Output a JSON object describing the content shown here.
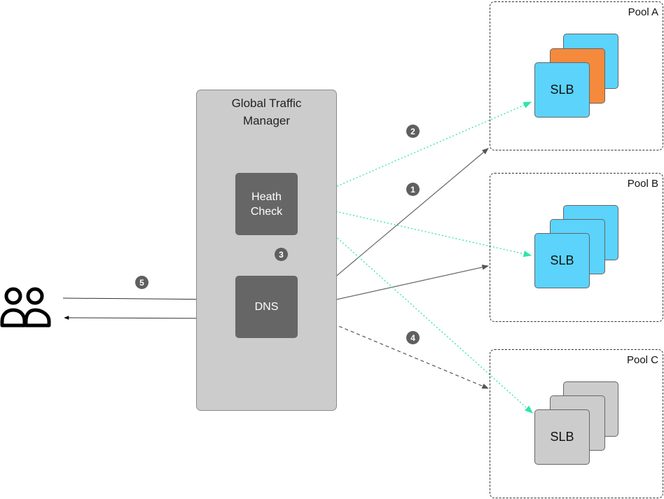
{
  "gtm": {
    "title": "Global Traffic\nManager"
  },
  "nodes": {
    "health_check": "Heath\nCheck",
    "dns": "DNS"
  },
  "pools": [
    {
      "label": "Pool A",
      "slb_label": "SLB",
      "colors": [
        "#5bd3fb",
        "#f58a3c",
        "#5bd3fb"
      ]
    },
    {
      "label": "Pool B",
      "slb_label": "SLB",
      "colors": [
        "#5bd3fb",
        "#5bd3fb",
        "#5bd3fb"
      ]
    },
    {
      "label": "Pool C",
      "slb_label": "SLB",
      "colors": [
        "#cccccc",
        "#cccccc",
        "#cccccc"
      ]
    }
  ],
  "steps": [
    "1",
    "2",
    "3",
    "4",
    "5"
  ],
  "colors": {
    "health_line": "#2ee6a3",
    "dns_line": "#666666",
    "box": "#666666",
    "gtm_bg": "#cccccc"
  },
  "icons": {
    "users": "users-icon"
  }
}
